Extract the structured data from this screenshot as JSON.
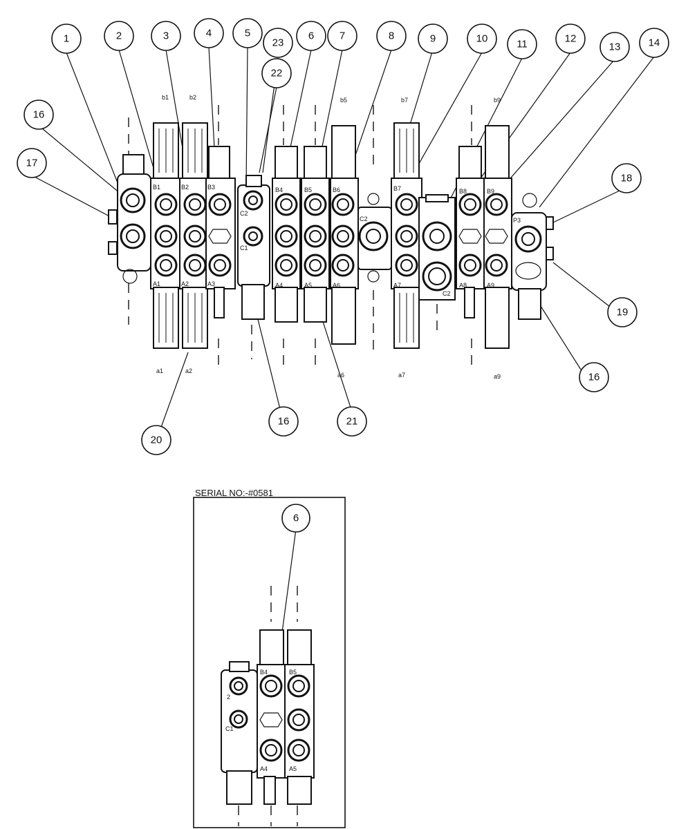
{
  "serial_label": "SERIAL NO:-#0581",
  "callouts": [
    "1",
    "2",
    "3",
    "4",
    "5",
    "23",
    "22",
    "6",
    "7",
    "8",
    "9",
    "10",
    "11",
    "12",
    "13",
    "14",
    "16",
    "17",
    "18",
    "19",
    "16",
    "16",
    "21",
    "20",
    "6"
  ],
  "section_labels": {
    "top": [
      "B1",
      "B2",
      "B3",
      "B4",
      "B5",
      "B6",
      "B7",
      "B8",
      "B9"
    ],
    "bottom": [
      "A1",
      "A2",
      "A3",
      "A4",
      "A5",
      "A6",
      "A7",
      "A8",
      "A9"
    ],
    "pilot_top": [
      "b1",
      "b2",
      "b5",
      "b7",
      "b9"
    ],
    "pilot_bottom": [
      "a1",
      "a2",
      "a6",
      "a7",
      "a9"
    ],
    "misc": [
      "C2",
      "C1",
      "C2",
      "P3",
      "C2"
    ]
  },
  "inset_labels": {
    "top": [
      "B4",
      "B5"
    ],
    "bottom": [
      "A4",
      "A5"
    ],
    "misc": [
      "2",
      "C1"
    ]
  }
}
